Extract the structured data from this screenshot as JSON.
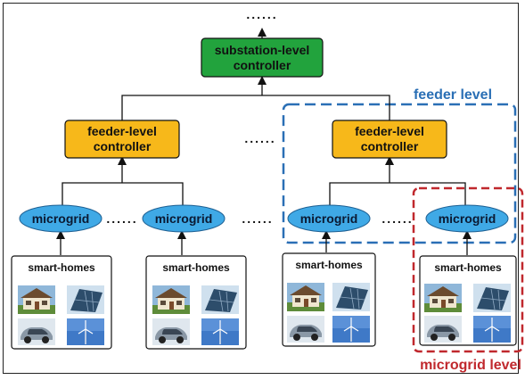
{
  "top_ellipsis": "......",
  "substation": {
    "line1": "substation-level",
    "line2": "controller",
    "color": "#22a33d"
  },
  "feeder": {
    "line1": "feeder-level",
    "line2": "controller",
    "color": "#f7b81a"
  },
  "microgrid": {
    "label": "microgrid",
    "color": "#3fa9e6"
  },
  "smart_homes": {
    "label": "smart-homes"
  },
  "ellipsis": "......",
  "levels": {
    "feeder_label": "feeder level",
    "feeder_color": "#2a6fb5",
    "microgrid_label": "microgrid level",
    "microgrid_color": "#c0282d"
  },
  "icons": [
    "house-icon",
    "solar-panel-icon",
    "electric-car-icon",
    "wind-turbine-icon"
  ]
}
